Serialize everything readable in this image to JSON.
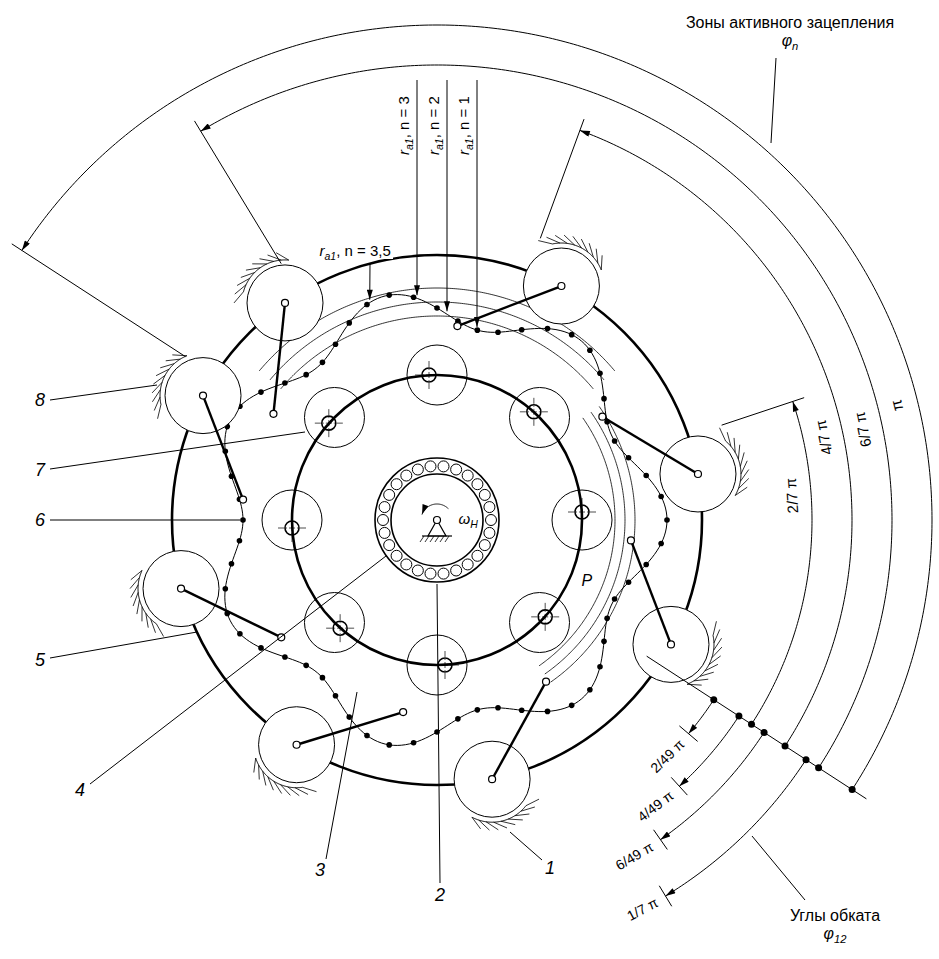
{
  "diagram": {
    "labels": [
      "Зоны активного зацепления φn",
      "π",
      "6/7 π",
      "4/7 π",
      "2/7 π",
      "ra1, n = 3,5",
      "ra1, n = 3",
      "ra1, n = 2",
      "ra1, n = 1",
      "ωH",
      "P",
      "8",
      "7",
      "6",
      "5",
      "4",
      "3",
      "2",
      "1",
      "2/49 π",
      "4/49 π",
      "6/49 π",
      "1/7 π",
      "Углы обката φ12"
    ]
  }
}
